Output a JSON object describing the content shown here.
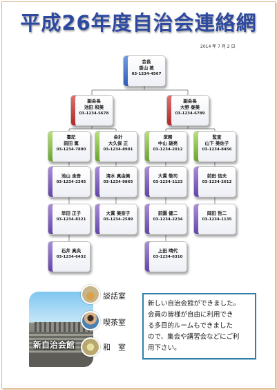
{
  "title": "平成26年度自治会連絡網",
  "date": "2014 年 7 月 2 日",
  "colors": {
    "title": "#2e4aa0",
    "blue": "#2f5db8",
    "red": "#b02828",
    "green": "#6aa232",
    "purple": "#6245a8",
    "notice_border": "#2f7fa8"
  },
  "org": {
    "president": {
      "role": "会長",
      "name": "香山 敦",
      "phone": "03-1234-4567"
    },
    "vice_left": {
      "role": "副会長",
      "name": "池田 和美",
      "phone": "03-1234-5678"
    },
    "vice_right": {
      "role": "副会長",
      "name": "大野 泰美",
      "phone": "03-1234-6789"
    },
    "officers": [
      {
        "role": "書記",
        "name": "前田 篤",
        "phone": "03-1234-7890"
      },
      {
        "role": "会計",
        "name": "大久保 正",
        "phone": "03-1234-8901"
      },
      {
        "role": "庶務",
        "name": "中山 雄亮",
        "phone": "03-1234-2012"
      },
      {
        "role": "監査",
        "name": "山下 美佐子",
        "phone": "03-1234-8456"
      }
    ],
    "members_col1": [
      {
        "name": "池山 圭吾",
        "phone": "03-1234-2345"
      },
      {
        "name": "早田 正子",
        "phone": "03-1234-8321"
      },
      {
        "name": "石井 真央",
        "phone": "03-1234-6432"
      }
    ],
    "members_col2": [
      {
        "name": "清水 真由美",
        "phone": "03-1234-9865"
      },
      {
        "name": "大貫 美奈子",
        "phone": "03-1234-2589"
      }
    ],
    "members_col3": [
      {
        "name": "大貫 敬司",
        "phone": "03-1234-1123"
      },
      {
        "name": "前園 健二",
        "phone": "03-1234-2234"
      },
      {
        "name": "上田 晴代",
        "phone": "03-1234-6310"
      }
    ],
    "members_col4": [
      {
        "name": "前田 信夫",
        "phone": "03-1234-2612"
      },
      {
        "name": "岡田 哲二",
        "phone": "03-1234-1135"
      }
    ]
  },
  "facility": {
    "image_label": "新自治会館",
    "rooms": [
      {
        "label": "談話室",
        "icon": "tea-icon"
      },
      {
        "label": "喫茶室",
        "icon": "coffee-icon"
      },
      {
        "label": "和　室",
        "icon": "washitsu-icon"
      }
    ]
  },
  "notice": {
    "lines": [
      "新しい自治会館ができました。",
      "会員の皆様が自由に利用でき",
      "る多目的ルームもできました",
      "ので、集会や講習会などにご利",
      "用下さい。"
    ]
  }
}
